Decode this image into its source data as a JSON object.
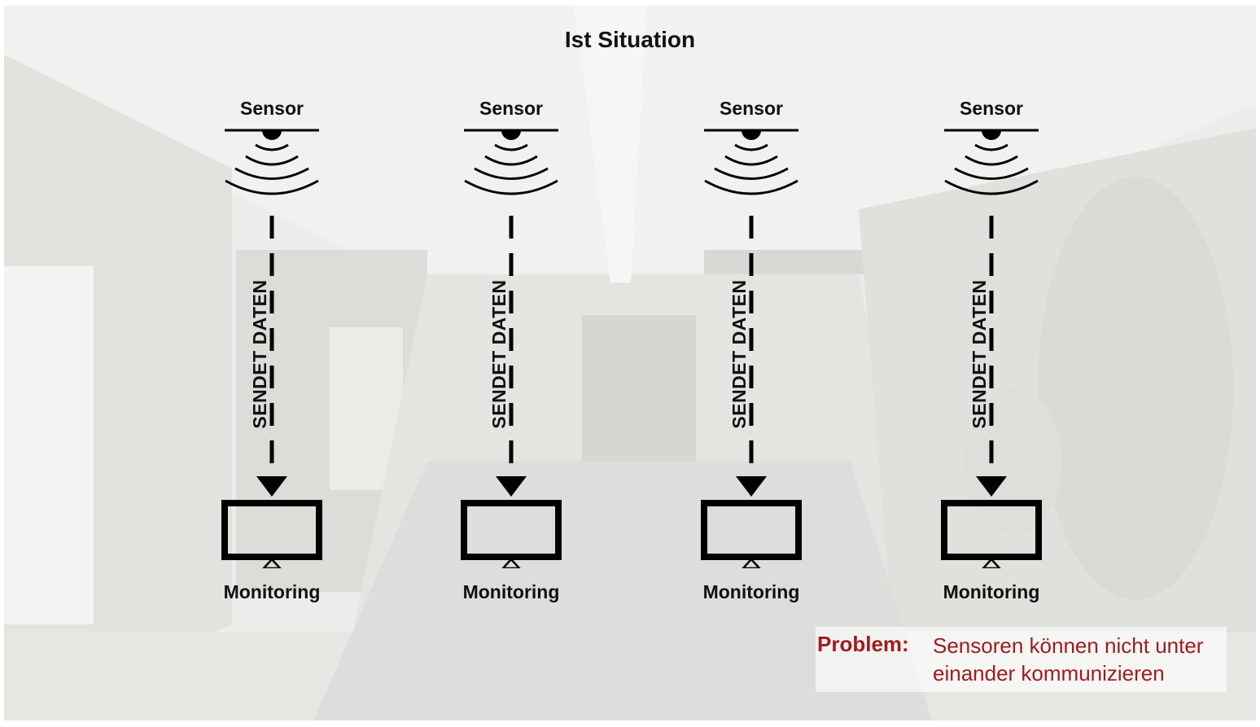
{
  "title": "Ist Situation",
  "colors": {
    "text": "#111111",
    "problem": "#9e1c20"
  },
  "columns": [
    {
      "sensor_label": "Sensor",
      "sends_label": "SENDET DATEN",
      "monitor_label": "Monitoring"
    },
    {
      "sensor_label": "Sensor",
      "sends_label": "SENDET DATEN",
      "monitor_label": "Monitoring"
    },
    {
      "sensor_label": "Sensor",
      "sends_label": "SENDET DATEN",
      "monitor_label": "Monitoring"
    },
    {
      "sensor_label": "Sensor",
      "sends_label": "SENDET DATEN",
      "monitor_label": "Monitoring"
    }
  ],
  "icons": {
    "sensor": "sensor-signal-icon",
    "arrow": "arrow-down-icon",
    "monitor": "monitor-icon"
  },
  "problem": {
    "label": "Problem:",
    "text": "Sensoren können nicht unter einander kommunizieren"
  }
}
